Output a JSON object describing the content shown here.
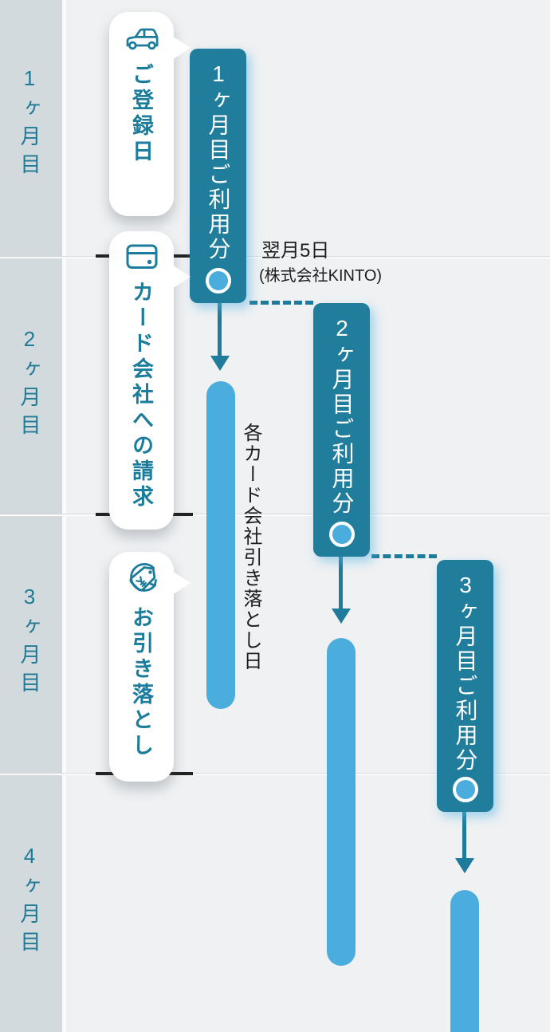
{
  "months": [
    {
      "label": "1ヶ月目"
    },
    {
      "label": "2ヶ月目"
    },
    {
      "label": "3ヶ月目"
    },
    {
      "label": "4ヶ月目"
    }
  ],
  "bubbles": [
    {
      "icon": "car-icon",
      "label": "ご登録日"
    },
    {
      "icon": "credit-card-icon",
      "label": "カード会社への請求"
    },
    {
      "icon": "yen-tag-icon",
      "label": "お引き落とし"
    }
  ],
  "usage_bars": [
    {
      "label": "1ヶ月目ご利用分",
      "marker": "circle"
    },
    {
      "label": "2ヶ月目ご利用分",
      "marker": "circle"
    },
    {
      "label": "3ヶ月目ご利用分",
      "marker": "circle"
    }
  ],
  "annotations": {
    "billing_date": "翌月5日",
    "billing_company": "(株式会社KINTO)",
    "withdrawal_note": "各カード会社引き落とし日"
  },
  "colors": {
    "teal": "#1e7b9b",
    "light_blue": "#4aadde",
    "sidebar_bg": "#d3dade",
    "main_bg": "#eff1f3",
    "bubble_text": "#1b7c9c",
    "annotation_text": "#1d1d1d"
  }
}
